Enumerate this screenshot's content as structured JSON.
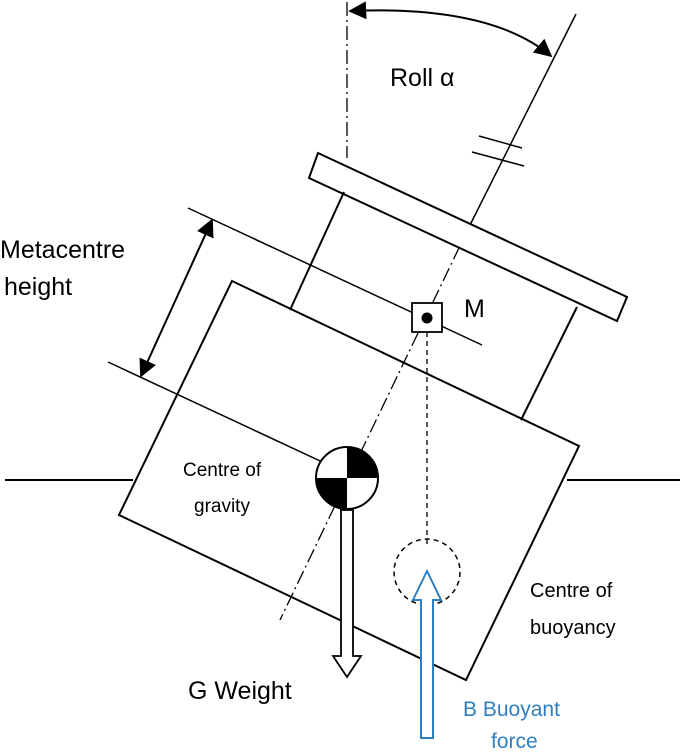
{
  "labels": {
    "roll": "Roll α",
    "metacentre_line1": "Metacentre",
    "metacentre_line2": "height",
    "metacentre_point": "M",
    "gravity_line1": "Centre of",
    "gravity_line2": "gravity",
    "buoyancy_line1": "Centre of",
    "buoyancy_line2": "buoyancy",
    "weight": "G Weight",
    "buoyant_line1": "B Buoyant",
    "buoyant_line2": "force"
  },
  "colors": {
    "line": "#000000",
    "buoyant_force": "#2e7fc1",
    "buoyant_text": "#2e7fc1",
    "background": "#ffffff"
  }
}
